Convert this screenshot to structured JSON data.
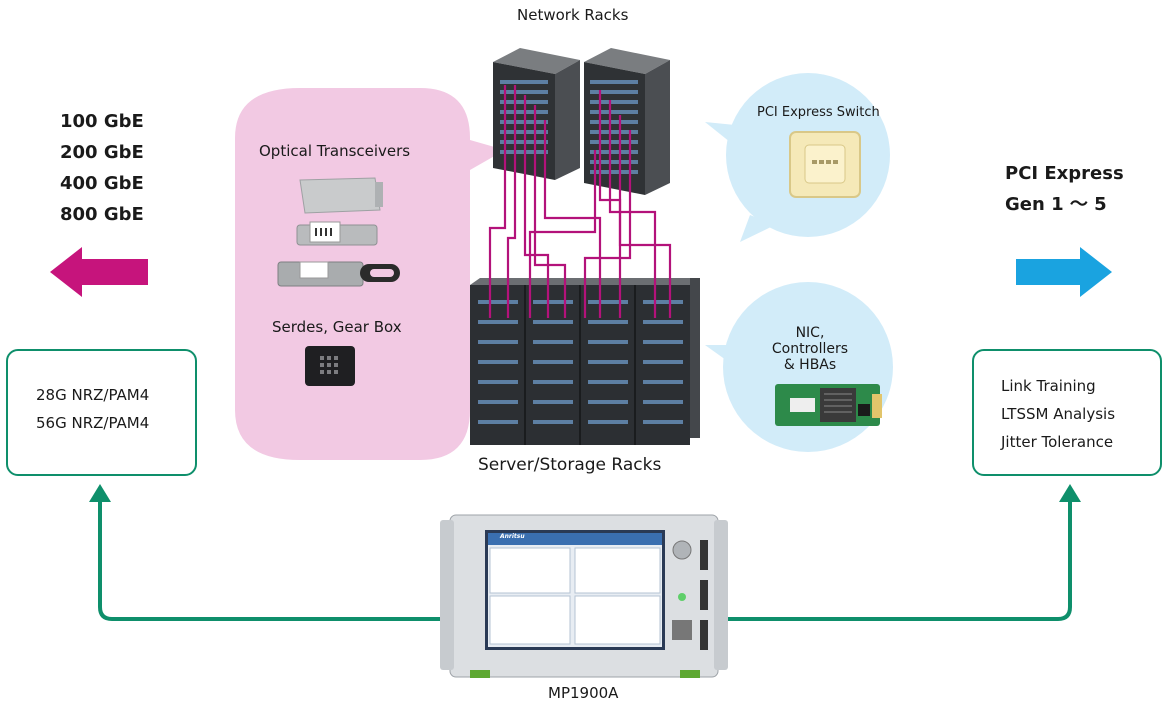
{
  "left_speeds": [
    "100 GbE",
    "200 GbE",
    "400 GbE",
    "800 GbE"
  ],
  "right_protocol": [
    "PCI Express",
    "Gen 1 〜 5"
  ],
  "left_box": [
    "28G NRZ/PAM4",
    "56G NRZ/PAM4"
  ],
  "right_box": [
    "Link Training",
    "LTSSM Analysis",
    "Jitter Tolerance"
  ],
  "labels": {
    "network_racks": "Network Racks",
    "optical_transceivers": "Optical Transceivers",
    "serdes": "Serdes, Gear Box",
    "server_storage": "Server/Storage Racks",
    "pci_switch": "PCI Express Switch",
    "nic_line1": "NIC, Controllers",
    "nic_line2": "& HBAs",
    "instrument": "MP1900A",
    "brand": "Anritsu"
  },
  "colors": {
    "ethernet_arrow": "#c6147c",
    "pcie_arrow": "#1aa3e0",
    "connector": "#0e8f6b",
    "pink_bubble": "#f2c9e3",
    "blue_bubble": "#d2ecf9",
    "cable": "#b3127a"
  },
  "icons": [
    "left-arrow-icon",
    "right-arrow-icon",
    "rack-icon",
    "chip-icon",
    "transceiver-icon",
    "nic-card-icon",
    "instrument-icon"
  ]
}
